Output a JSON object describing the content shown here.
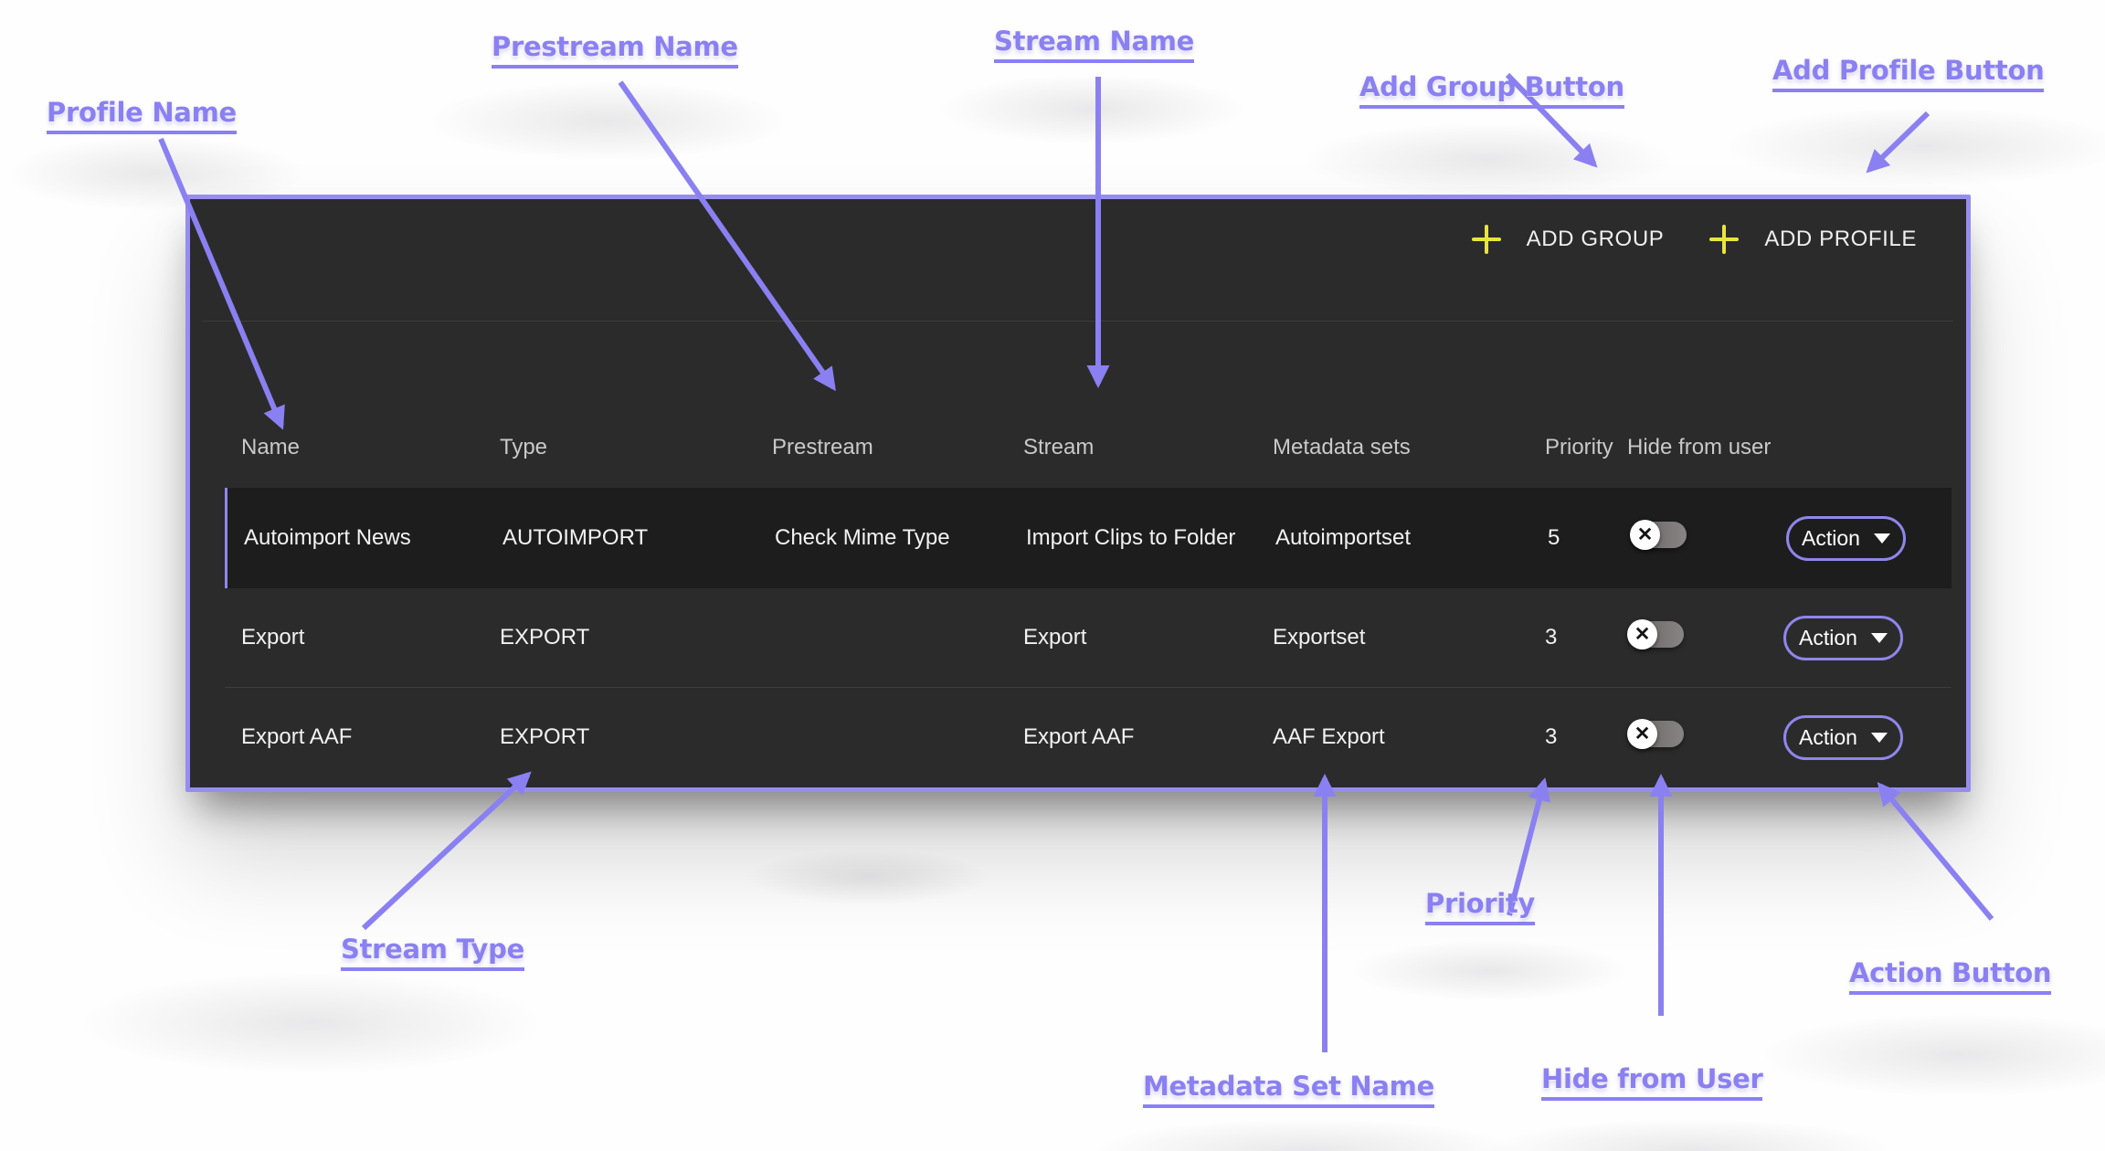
{
  "annotations": {
    "profile_name": "Profile Name",
    "prestream_name": "Prestream Name",
    "stream_name": "Stream Name",
    "add_group_button": "Add Group Button",
    "add_profile_button": "Add Profile Button",
    "stream_type": "Stream Type",
    "metadata_set_name": "Metadata Set Name",
    "priority": "Priority",
    "hide_from_user": "Hide from User",
    "action_button": "Action Button"
  },
  "toolbar": {
    "add_group_label": "ADD GROUP",
    "add_profile_label": "ADD PROFILE"
  },
  "table": {
    "headers": {
      "name": "Name",
      "type": "Type",
      "prestream": "Prestream",
      "stream": "Stream",
      "metadata_sets": "Metadata sets",
      "priority": "Priority",
      "hide_from_user": "Hide from user"
    },
    "rows": [
      {
        "name": "Autoimport News",
        "type": "AUTOIMPORT",
        "prestream": "Check Mime Type",
        "stream": "Import Clips to Folder",
        "metadata_sets": "Autoimportset",
        "priority": "5",
        "hide_from_user_enabled": "off",
        "action_label": "Action"
      },
      {
        "name": "Export",
        "type": "EXPORT",
        "prestream": "",
        "stream": "Export",
        "metadata_sets": "Exportset",
        "priority": "3",
        "hide_from_user_enabled": "off",
        "action_label": "Action"
      },
      {
        "name": "Export AAF",
        "type": "EXPORT",
        "prestream": "",
        "stream": "Export AAF",
        "metadata_sets": "AAF Export",
        "priority": "3",
        "hide_from_user_enabled": "off",
        "action_label": "Action"
      }
    ]
  },
  "toggle": {
    "glyph": "✕"
  },
  "colors": {
    "accent_purple": "#8F86EC",
    "annotation_purple": "#8A80F2",
    "plus_yellow": "#E9E43C",
    "panel_bg": "#2B2B2B",
    "selected_row_bg": "#1D1D1D"
  }
}
